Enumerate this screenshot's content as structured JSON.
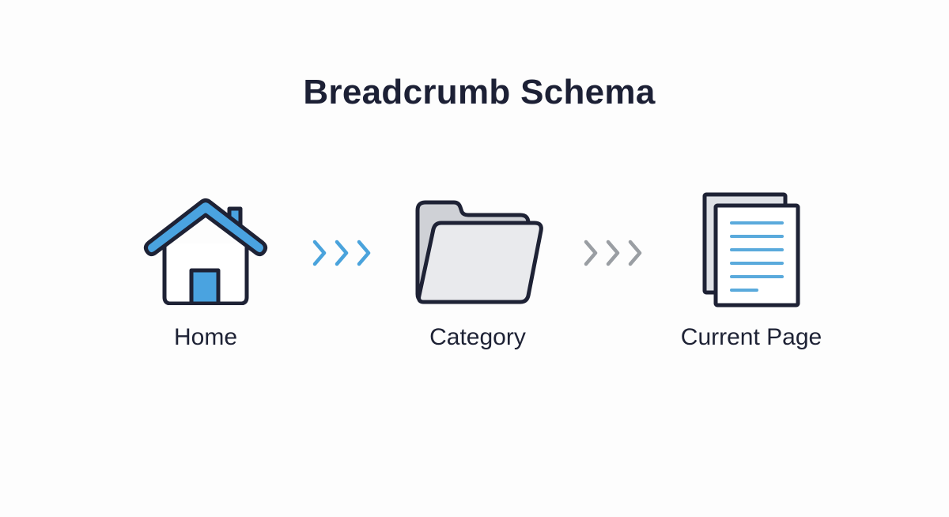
{
  "title": "Breadcrumb Schema",
  "breadcrumb": {
    "items": [
      {
        "label": "Home",
        "icon": "house-icon"
      },
      {
        "label": "Category",
        "icon": "folder-icon"
      },
      {
        "label": "Current Page",
        "icon": "document-icon"
      }
    ],
    "separators": [
      {
        "icon": "triple-chevron-right-icon",
        "color": "#4aa3dc"
      },
      {
        "icon": "triple-chevron-right-icon",
        "color": "#9a9ea3"
      }
    ]
  },
  "colors": {
    "outline": "#1e2235",
    "accent_blue": "#4aa3e0",
    "folder_fill": "#e9eaed",
    "folder_back": "#cfd1d6",
    "doc_lines": "#5aaadc",
    "background": "#fdfdfd"
  }
}
